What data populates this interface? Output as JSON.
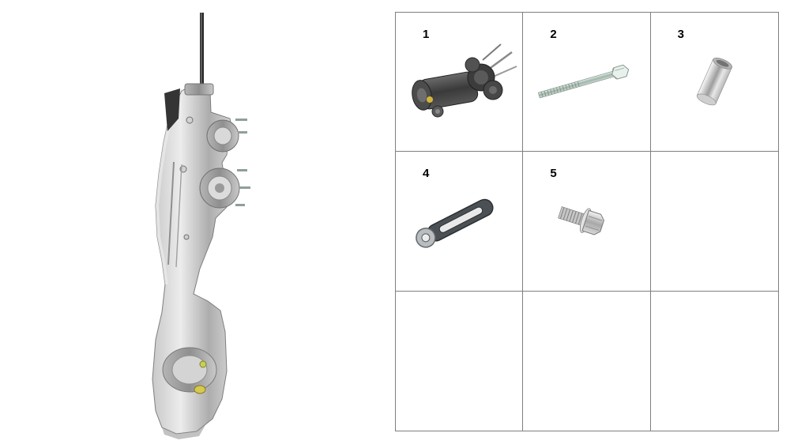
{
  "page": {
    "background_color": "#ffffff",
    "table_border_color": "#7f7f7f",
    "accent_plug_color": "#d6c94e"
  },
  "assembly_view": {
    "icon": "transmission-case-side-view"
  },
  "parts_table": {
    "rows": 3,
    "cols": 3,
    "cells": [
      {
        "label": "1",
        "icon": "starter-motor-assembly-icon"
      },
      {
        "label": "2",
        "icon": "long-mounting-bolt-icon"
      },
      {
        "label": "3",
        "icon": "dowel-sleeve-icon"
      },
      {
        "label": "4",
        "icon": "slotted-bracket-icon"
      },
      {
        "label": "5",
        "icon": "hex-flange-bolt-icon"
      },
      {
        "label": "",
        "icon": ""
      },
      {
        "label": "",
        "icon": ""
      },
      {
        "label": "",
        "icon": ""
      },
      {
        "label": "",
        "icon": ""
      }
    ]
  }
}
